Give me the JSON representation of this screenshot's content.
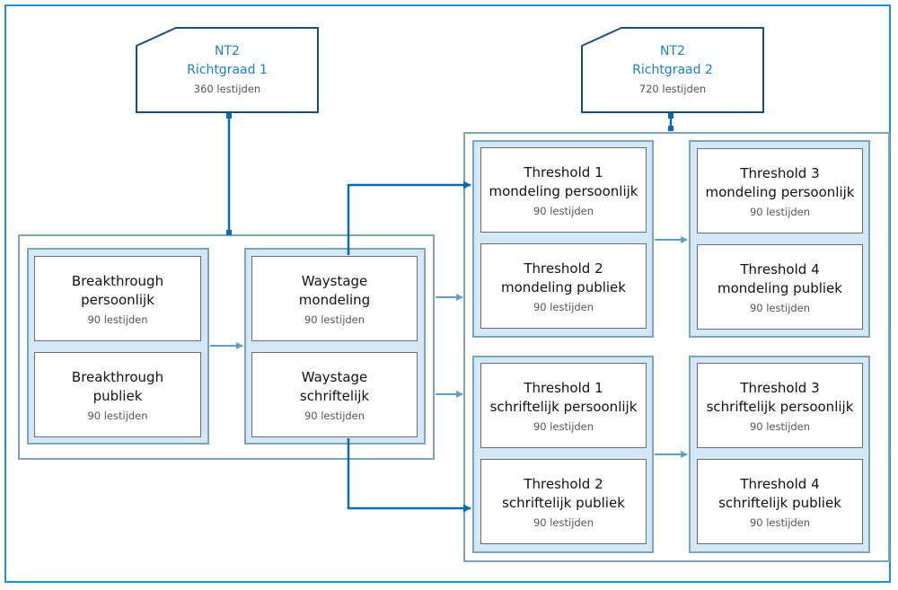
{
  "richtgraad": [
    {
      "line1": "NT2",
      "line2": "Richtgraad 1",
      "hours": "360 lestijden"
    },
    {
      "line1": "NT2",
      "line2": "Richtgraad 2",
      "hours": "720 lestijden"
    }
  ],
  "levels": {
    "breakthrough_persoonlijk": {
      "line1": "Breakthrough",
      "line2": "persoonlijk",
      "hours": "90 lestijden"
    },
    "breakthrough_publiek": {
      "line1": "Breakthrough",
      "line2": "publiek",
      "hours": "90 lestijden"
    },
    "waystage_mondeling": {
      "line1": "Waystage",
      "line2": "mondeling",
      "hours": "90 lestijden"
    },
    "waystage_schriftelijk": {
      "line1": "Waystage",
      "line2": "schriftelijk",
      "hours": "90 lestijden"
    },
    "threshold1_mondeling": {
      "line1": "Threshold 1",
      "line2": "mondeling persoonlijk",
      "hours": "90 lestijden"
    },
    "threshold2_mondeling": {
      "line1": "Threshold 2",
      "line2": "mondeling publiek",
      "hours": "90 lestijden"
    },
    "threshold3_mondeling": {
      "line1": "Threshold 3",
      "line2": "mondeling persoonlijk",
      "hours": "90 lestijden"
    },
    "threshold4_mondeling": {
      "line1": "Threshold 4",
      "line2": "mondeling publiek",
      "hours": "90 lestijden"
    },
    "threshold1_schriftelijk": {
      "line1": "Threshold 1",
      "line2": "schriftelijk persoonlijk",
      "hours": "90 lestijden"
    },
    "threshold2_schriftelijk": {
      "line1": "Threshold 2",
      "line2": "schriftelijk publiek",
      "hours": "90 lestijden"
    },
    "threshold3_schriftelijk": {
      "line1": "Threshold 3",
      "line2": "schriftelijk persoonlijk",
      "hours": "90 lestijden"
    },
    "threshold4_schriftelijk": {
      "line1": "Threshold 4",
      "line2": "schriftelijk publiek",
      "hours": "90 lestijden"
    }
  },
  "colors": {
    "accent": "#1a7fc1",
    "connector": "#0b6bb0",
    "border": "#7fa4b6",
    "fill": "#d3e7f6"
  }
}
